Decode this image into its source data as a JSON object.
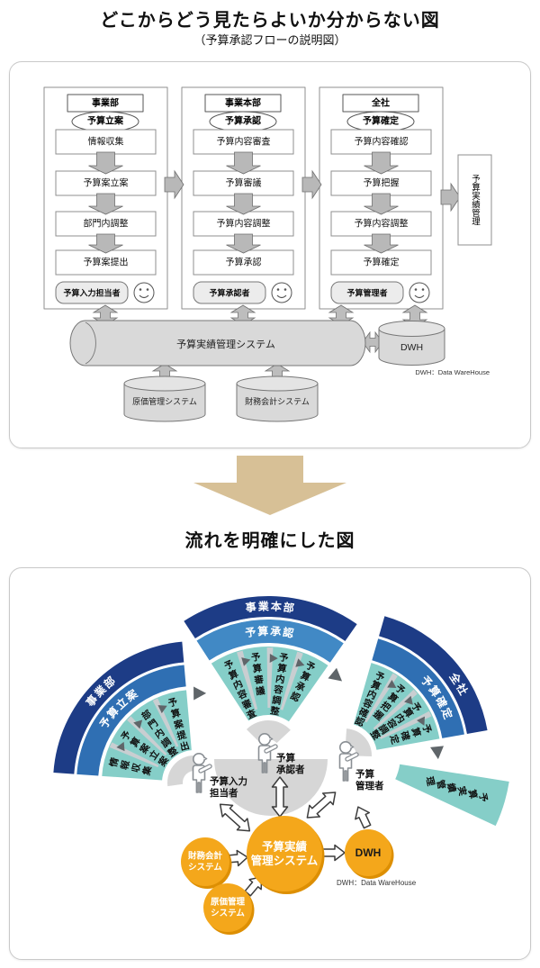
{
  "page": {
    "title_top": "どこからどう見たらよいか分からない図",
    "subtitle_top": "（予算承認フローの説明図）",
    "title_bottom": "流れを明確にした図"
  },
  "colors": {
    "navy": "#1d3c86",
    "blue_side": "#2f6fb3",
    "blue_mid": "#4189c5",
    "teal": "#85cec8",
    "gray_wedge": "#c9ced1",
    "gray_apex": "#d6d6d6",
    "tri_dark": "#5f6569",
    "orange": "#f4a71b",
    "orange_shadow": "#dd8f03",
    "tan_arrow": "#d7c096",
    "box_gray": "#d9d9d9"
  },
  "diagram1": {
    "columns": [
      {
        "header": "事業部",
        "phase": "予算立案",
        "steps": [
          "情報収集",
          "予算案立案",
          "部門内調整",
          "予算案提出"
        ],
        "role": "予算入力担当者"
      },
      {
        "header": "事業本部",
        "phase": "予算承認",
        "steps": [
          "予算内容審査",
          "予算審議",
          "予算内容調整",
          "予算承認"
        ],
        "role": "予算承認者"
      },
      {
        "header": "全社",
        "phase": "予算確定",
        "steps": [
          "予算内容確認",
          "予算把握",
          "予算内容調整",
          "予算確定"
        ],
        "role": "予算管理者"
      }
    ],
    "side_box": "予算実績管理",
    "main_system": "予算実績管理システム",
    "dwh_label": "DWH",
    "sub_systems": [
      "原価管理システム",
      "財務会計システム"
    ],
    "note": "DWH：Data WareHouse"
  },
  "diagram2": {
    "fans": [
      {
        "org": "事業部",
        "phase": "予算立案",
        "steps": [
          "情報収集",
          "予算案立案",
          "部門内調整",
          "予算案提出"
        ],
        "person": [
          "予算入力",
          "担当者"
        ]
      },
      {
        "org": "事業本部",
        "phase": "予算承認",
        "steps": [
          "予算内容審査",
          "予算審議",
          "予算内容調整",
          "予算承認"
        ],
        "person": [
          "予算",
          "承認者"
        ]
      },
      {
        "org": "全社",
        "phase": "予算確定",
        "steps": [
          "予算内容確認",
          "予算把握",
          "予算内容調整",
          "予算確定"
        ],
        "person": [
          "予算",
          "管理者"
        ]
      }
    ],
    "extra_segment": "予算実績管理",
    "systems": {
      "center": [
        "予算実績",
        "管理システム"
      ],
      "finance": [
        "財務会計",
        "システム"
      ],
      "cost": [
        "原価管理",
        "システム"
      ],
      "dwh": "DWH"
    },
    "note": "DWH：Data WareHouse"
  }
}
